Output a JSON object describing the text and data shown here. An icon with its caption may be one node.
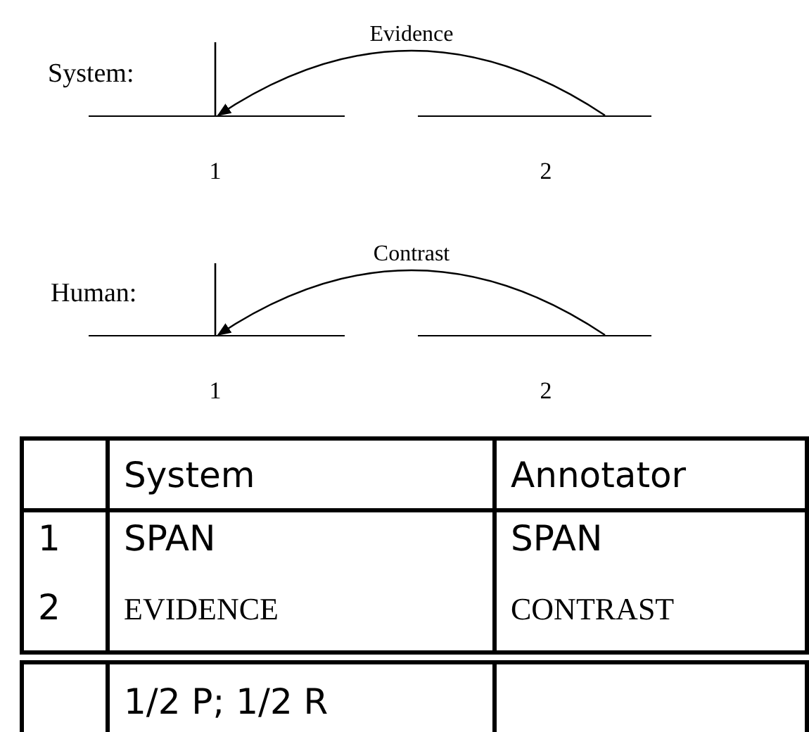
{
  "diagram": {
    "nodes": [
      {
        "text": [],
        "shape": "bar",
        "beside": [
          "1"
        ]
      },
      {
        "text": [],
        "shape": "bar",
        "beside": [
          "2"
        ]
      },
      {
        "text": [],
        "shape": "bar",
        "beside": [
          "1"
        ]
      },
      {
        "text": [],
        "shape": "bar",
        "beside": [
          "2"
        ]
      }
    ],
    "edges": [
      {
        "from": 1,
        "to": 0,
        "arrow": "to",
        "label": "Evidence"
      },
      {
        "from": 3,
        "to": 2,
        "arrow": "to",
        "label": "Contrast"
      }
    ],
    "labels": [
      "System:",
      "Human:",
      "System",
      "Annotator",
      "1",
      "SPAN",
      "SPAN",
      "2",
      "EVIDENCE",
      "CONTRAST",
      "1/2 P; 1/2 R"
    ]
  }
}
